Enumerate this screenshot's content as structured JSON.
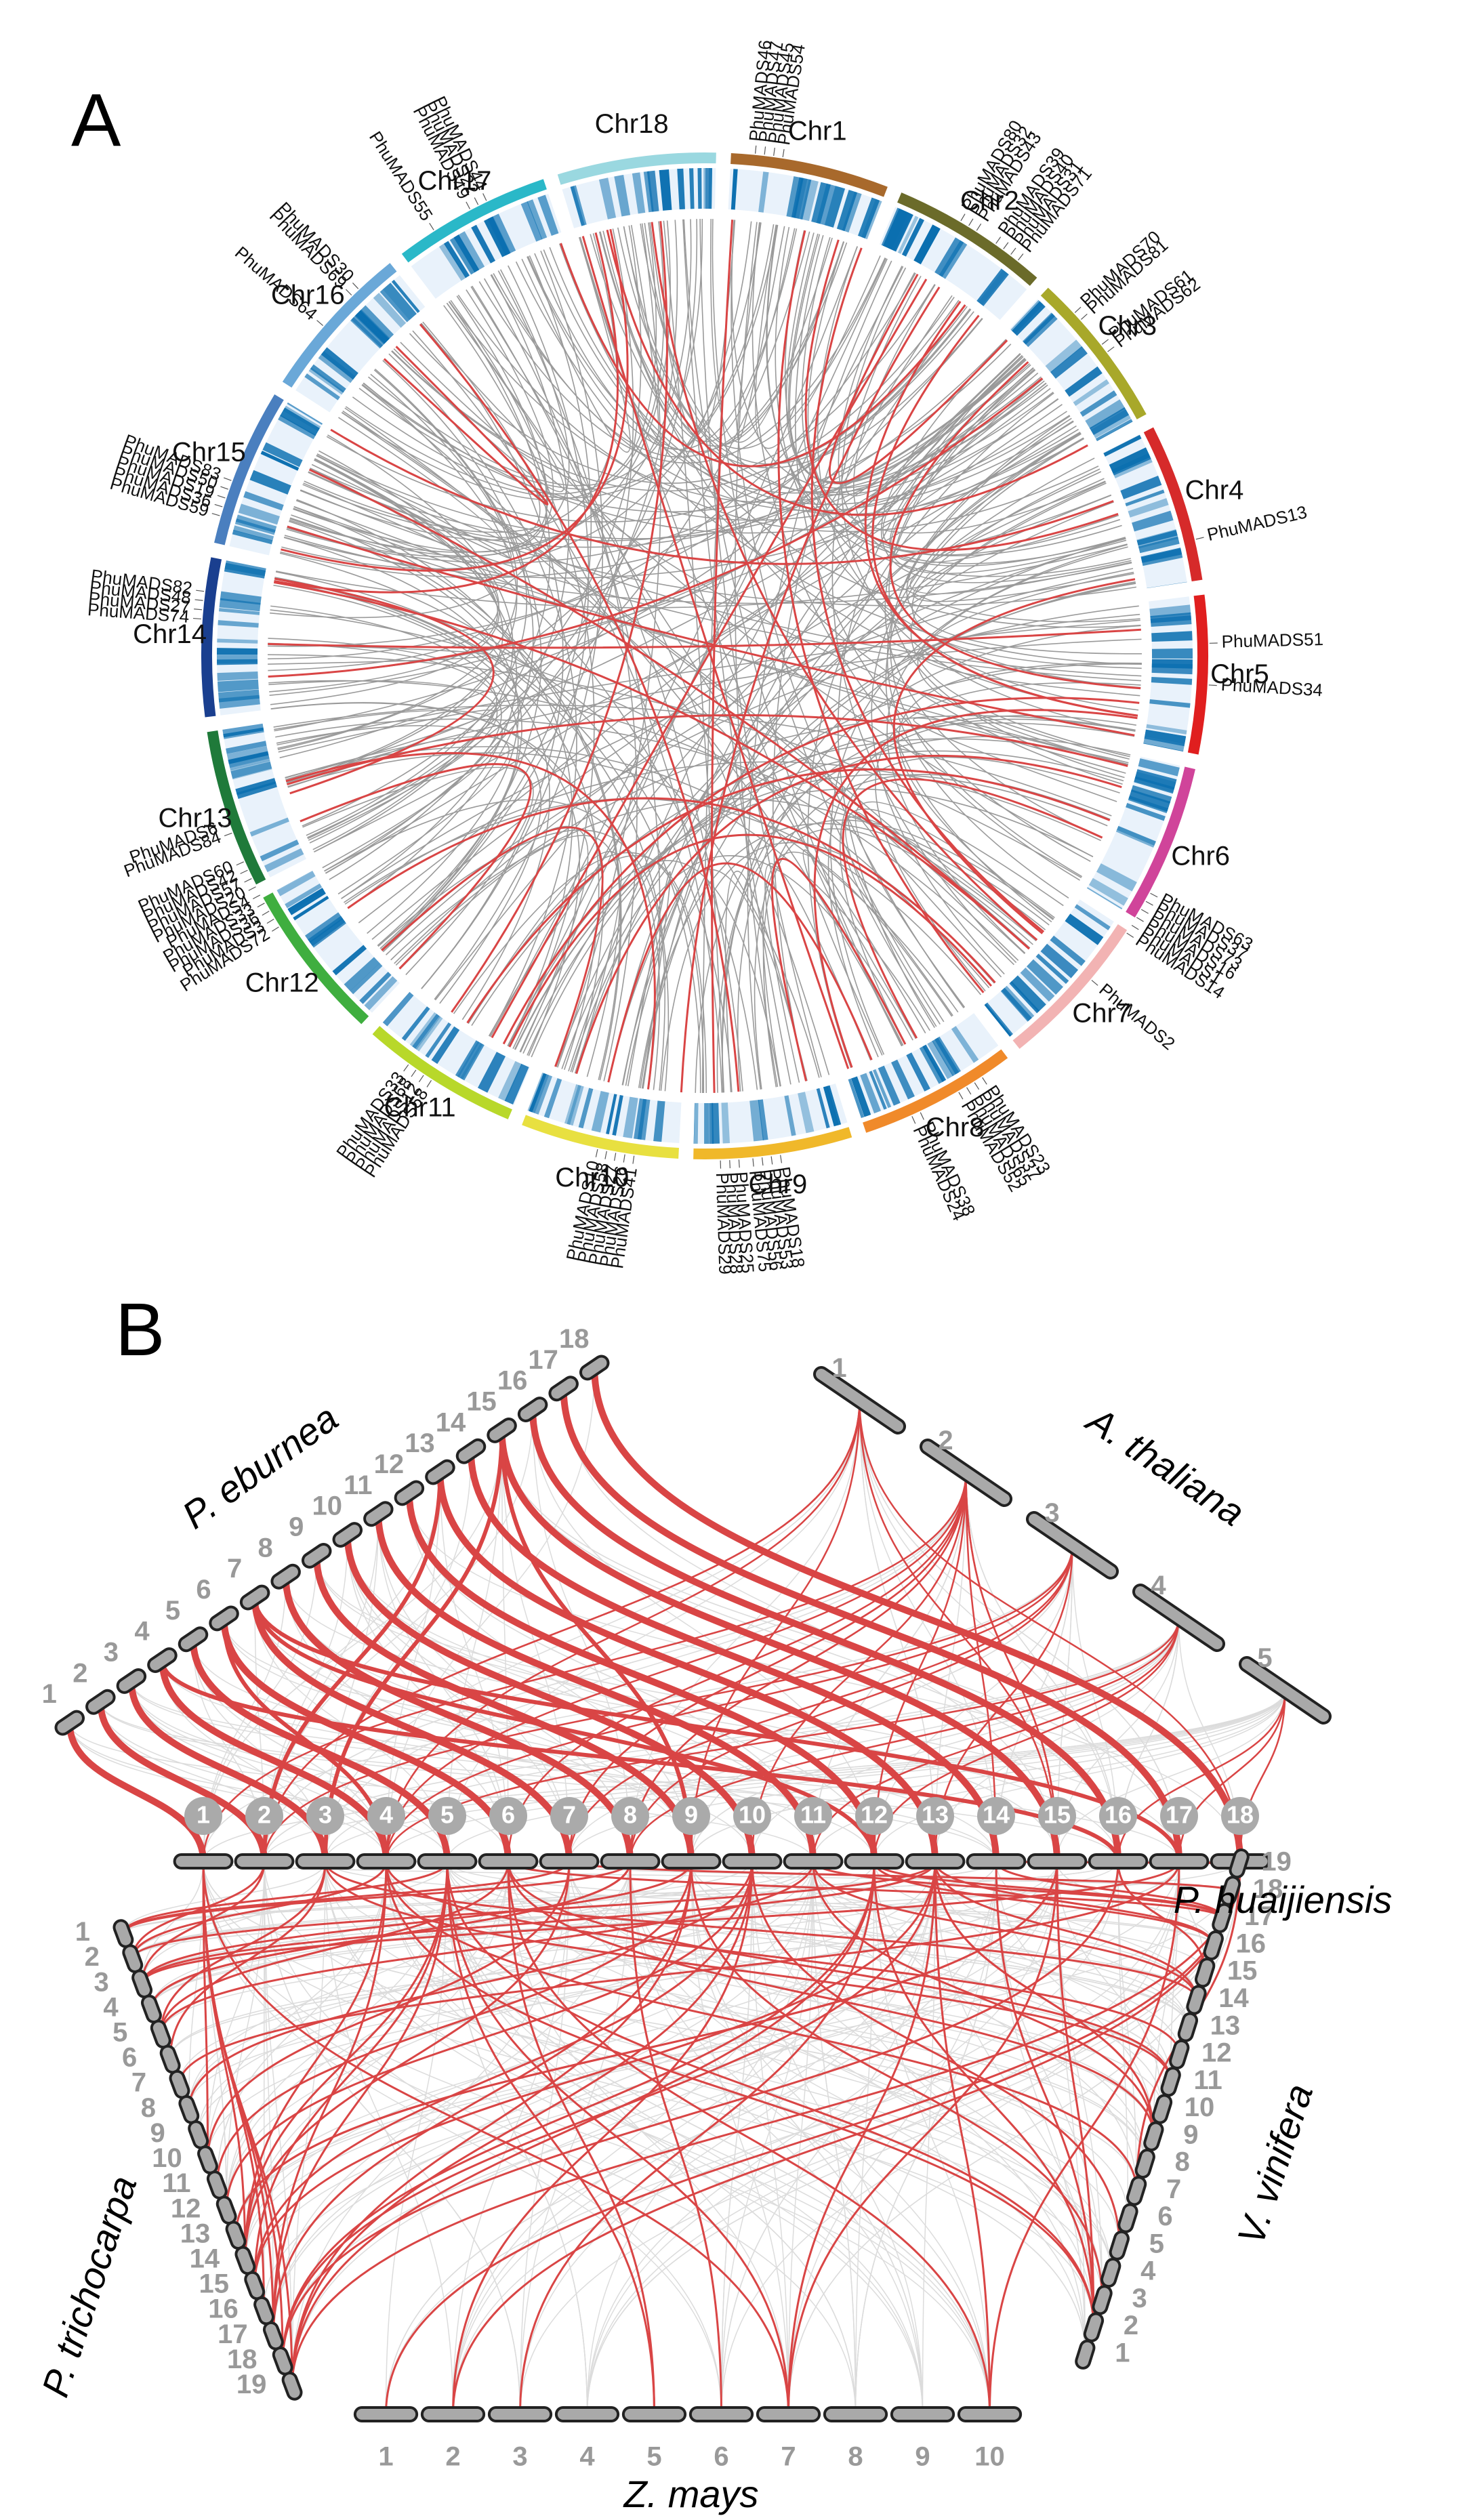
{
  "panels": {
    "a": "A",
    "b": "B"
  },
  "colors": {
    "syntenic": "#d94545",
    "background_links": "#9a9a9a",
    "background_links_b": "#dcdcdc",
    "density_light": "#e9f2fb",
    "density_dark": "#0b6fb0",
    "chrom_fill": "#a9a9a9"
  },
  "circos": {
    "chromosomes": [
      {
        "label": "Chr1",
        "color": "#a8692c"
      },
      {
        "label": "Chr2",
        "color": "#6b6b2a"
      },
      {
        "label": "Chr3",
        "color": "#a8a82a"
      },
      {
        "label": "Chr4",
        "color": "#d62a2a"
      },
      {
        "label": "Chr5",
        "color": "#e01f1f"
      },
      {
        "label": "Chr6",
        "color": "#d0449a"
      },
      {
        "label": "Chr7",
        "color": "#f2b3b3"
      },
      {
        "label": "Chr8",
        "color": "#f08a2a"
      },
      {
        "label": "Chr9",
        "color": "#f0b82a"
      },
      {
        "label": "Chr10",
        "color": "#e8e040"
      },
      {
        "label": "Chr11",
        "color": "#b8d82a"
      },
      {
        "label": "Chr12",
        "color": "#3fae3f"
      },
      {
        "label": "Chr13",
        "color": "#1f7a3a"
      },
      {
        "label": "Chr14",
        "color": "#1a3f8f"
      },
      {
        "label": "Chr15",
        "color": "#4a7fbf"
      },
      {
        "label": "Chr16",
        "color": "#6aa8d8"
      },
      {
        "label": "Chr17",
        "color": "#2ab8c8"
      },
      {
        "label": "Chr18",
        "color": "#9ad8e0"
      }
    ],
    "gene_groups": [
      {
        "chr": 1,
        "genes": [
          "PhuMADS46",
          "PhuMADS47",
          "PhuMADS45",
          "PhuMADS54"
        ]
      },
      {
        "chr": 2,
        "genes": [
          "PhuMADS80",
          "PhuMADS32",
          "PhuMADS43"
        ]
      },
      {
        "chr": 2,
        "genes": [
          "PhuMADS39",
          "PhuMADS40",
          "PhuMADS31",
          "PhuMADS71"
        ]
      },
      {
        "chr": 3,
        "genes": [
          "PhuMADS70",
          "PhuMADS81"
        ]
      },
      {
        "chr": 3,
        "genes": [
          "PhuMADS61",
          "PhuMADS62"
        ]
      },
      {
        "chr": 4,
        "genes": [
          "PhuMADS13"
        ]
      },
      {
        "chr": 5,
        "genes": [
          "PhuMADS51"
        ]
      },
      {
        "chr": 5,
        "genes": [
          "PhuMADS34"
        ]
      },
      {
        "chr": 6,
        "genes": [
          "PhuMADS63",
          "PhuMADS37",
          "PhuMADS73",
          "PhuMADS16",
          "PhuMADS1",
          "PhuMADS14"
        ]
      },
      {
        "chr": 7,
        "genes": [
          "PhuMADS2"
        ]
      },
      {
        "chr": 8,
        "genes": [
          "PhuMADS38",
          "PhuMADS24"
        ]
      },
      {
        "chr": 8,
        "genes": [
          "PhuMADS23",
          "PhuMADS37",
          "PhuMADS65",
          "PhuMADS52"
        ]
      },
      {
        "chr": 9,
        "genes": [
          "PhuMADS18",
          "PhuMADS53",
          "PhuMADS56",
          "PhuMADS75"
        ]
      },
      {
        "chr": 9,
        "genes": [
          "PhuMADS25",
          "PhuMADS28",
          "PhuMADS29"
        ]
      },
      {
        "chr": 10,
        "genes": [
          "PhuMADS41",
          "PhuMADS26",
          "PhuMADS27",
          "PhuMADS58",
          "PhuMADS10"
        ]
      },
      {
        "chr": 11,
        "genes": [
          "PhuMADS58",
          "PhuMADS12",
          "PhuMADS68",
          "PhuMADS33"
        ]
      },
      {
        "chr": 12,
        "genes": [
          "PhuMADS72",
          "PhuMADS3",
          "PhuMADS36",
          "PhuMADS33",
          "PhuMADS4",
          "PhuMADS20",
          "PhuMADS57",
          "PhuMADS42",
          "PhuMADS60"
        ]
      },
      {
        "chr": 13,
        "genes": [
          "PhuMADS84",
          "PhuMADS6"
        ]
      },
      {
        "chr": 14,
        "genes": [
          "PhuMADS74",
          "PhuMADS27",
          "PhuMADS48",
          "PhuMADS82"
        ]
      },
      {
        "chr": 15,
        "genes": [
          "PhuMADS59",
          "PhuMADS36",
          "PhuMADS19",
          "PhuMADS50",
          "PhuMADS83"
        ]
      },
      {
        "chr": 16,
        "genes": [
          "PhuMADS64"
        ]
      },
      {
        "chr": 16,
        "genes": [
          "PhuMADS69",
          "PhuMADS30"
        ]
      },
      {
        "chr": 17,
        "genes": [
          "PhuMADS55"
        ]
      },
      {
        "chr": 17,
        "genes": [
          "PhuMADS49",
          "PhuMADS22",
          "PhuMADS44"
        ]
      }
    ]
  },
  "synteny": {
    "species": [
      {
        "name": "P. huaijiensis",
        "count": 18
      },
      {
        "name": "P. eburnea",
        "count": 18
      },
      {
        "name": "A. thaliana",
        "count": 5
      },
      {
        "name": "P. trichocarpa",
        "count": 19
      },
      {
        "name": "V. vinifera",
        "count": 19
      },
      {
        "name": "Z. mays",
        "count": 10
      }
    ]
  }
}
